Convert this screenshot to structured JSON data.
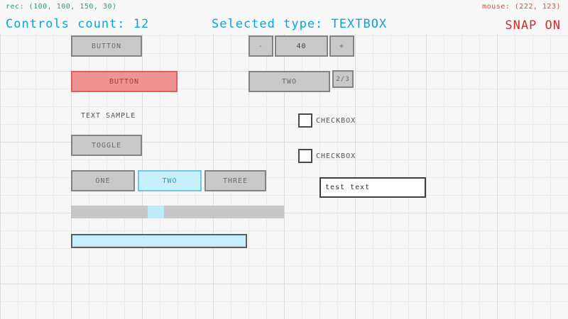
{
  "controls": {
    "button_default": {
      "label": "BUTTON"
    },
    "button_red": {
      "label": "BUTTON"
    },
    "text_label": {
      "text": "TEXT SAMPLE"
    },
    "toggle": {
      "label": "TOGGLE"
    },
    "toggle_group": {
      "items": [
        {
          "label": "ONE"
        },
        {
          "label": "TWO"
        },
        {
          "label": "THREE"
        }
      ],
      "active_index": 1
    },
    "spinner": {
      "decrement_label": "-",
      "value": "40",
      "increment_label": "+"
    },
    "combobox": {
      "selected": "TWO",
      "counter": "2/3"
    },
    "checkbox_1": {
      "label": "CHECKBOX",
      "checked": false
    },
    "checkbox_2": {
      "label": "CHECKBOX",
      "checked": false
    },
    "textbox": {
      "value": "test text"
    }
  },
  "status": {
    "rec": "rec: (100, 100, 150, 30)",
    "mouse": "mouse: (222, 123)",
    "controls_count": "Controls count: 12",
    "selected_type": "Selected type: TEXTBOX",
    "snap": "SNAP ON"
  },
  "colors": {
    "accent_blue": "#0ba3dc",
    "status_red": "#df4b43",
    "status_teal": "#2b9a78",
    "snap_red": "#d62b2b",
    "control_gray": "#c9c9c9",
    "control_border": "#838383",
    "danger_fill": "#ef9292",
    "active_blue_fill": "#c8effe"
  }
}
